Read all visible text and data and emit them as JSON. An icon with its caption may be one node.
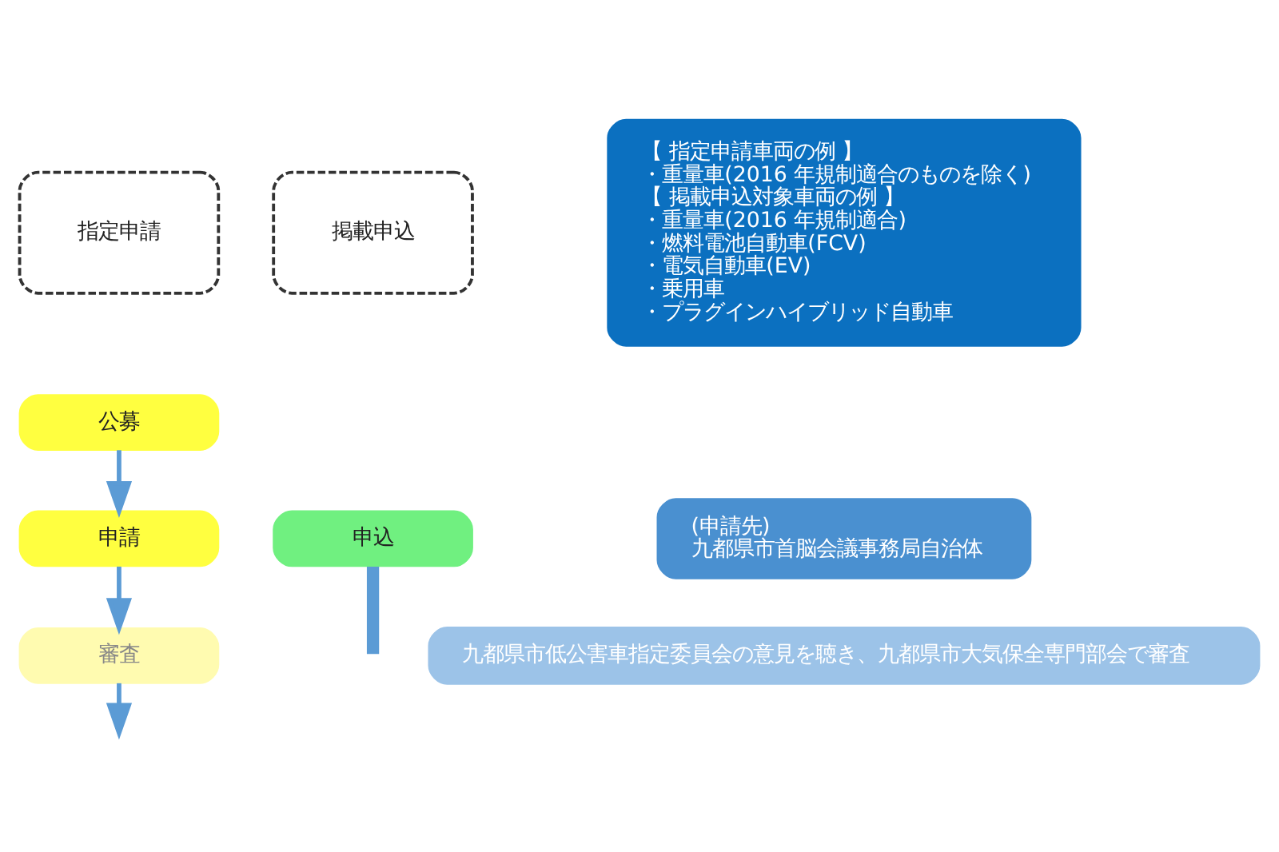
{
  "diagram": {
    "nodes": [
      {
        "text": [
          "指定申請"
        ]
      },
      {
        "text": [
          "掲載申込"
        ]
      },
      {
        "text": [
          "【 指定申請車両の例 】",
          "・重量車(2016 年規制適合のものを除く)",
          "【 掲載申込対象車両の例 】",
          "・重量車(2016 年規制適合)",
          "・燃料電池自動車(FCV)",
          "・電気自動車(EV)",
          "・乗用車",
          "・プラグインハイブリッド自動車"
        ]
      },
      {
        "text": [
          "公募"
        ]
      },
      {
        "text": [
          "申請"
        ]
      },
      {
        "text": [
          "申込"
        ]
      },
      {
        "text": [
          "(申請先)",
          "九都県市首脳会議事務局自治体"
        ]
      },
      {
        "text": [
          "審査"
        ]
      },
      {
        "text": [
          "九都県市低公害車指定委員会の意見を聴き、九都県市大気保全専門部会で審査"
        ]
      }
    ],
    "edges": [
      {
        "from": 3,
        "to": 4,
        "arrow": "to"
      },
      {
        "from": 4,
        "to": 7,
        "arrow": "to"
      },
      {
        "from": 5,
        "to": null,
        "arrow": "none",
        "style": "thick"
      },
      {
        "from": 7,
        "to": null,
        "arrow": "to"
      }
    ]
  }
}
